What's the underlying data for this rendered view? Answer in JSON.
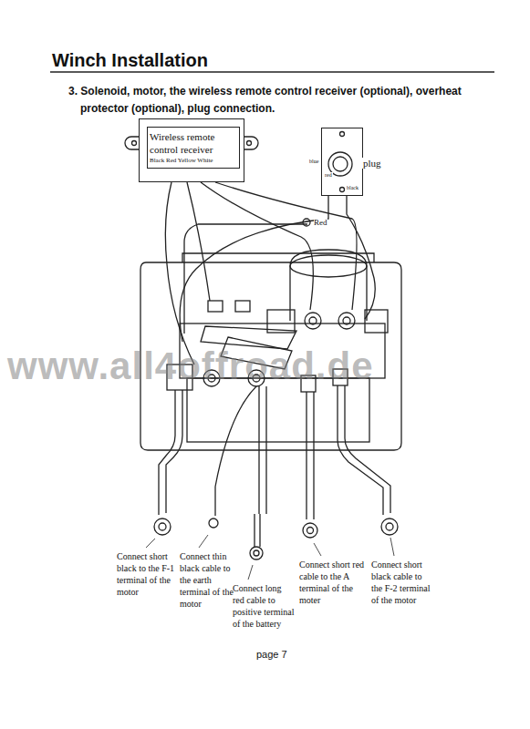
{
  "diagram": {
    "title": "Winch Installation",
    "nodes": [
      {
        "text": [
          "Wireless remote control receiver",
          "Black Red Yellow White"
        ]
      },
      {
        "text": [
          "blue",
          "red",
          "black",
          "plug"
        ]
      }
    ],
    "labels": [
      "3. Solenoid, motor, the wireless remote control receiver (optional), overheat protector (optional), plug connection.",
      "Red",
      "www.all4offroad.de",
      "Connect short black to the F-1 terminal of the motor",
      "Connect thin black cable to the earth terminal of the motor",
      "Connect long red cable to positive terminal of the battery",
      "Connect short red cable to the A terminal of the moter",
      "Connect short black cable to the F-2 terminal of the motor",
      "page 7"
    ]
  }
}
